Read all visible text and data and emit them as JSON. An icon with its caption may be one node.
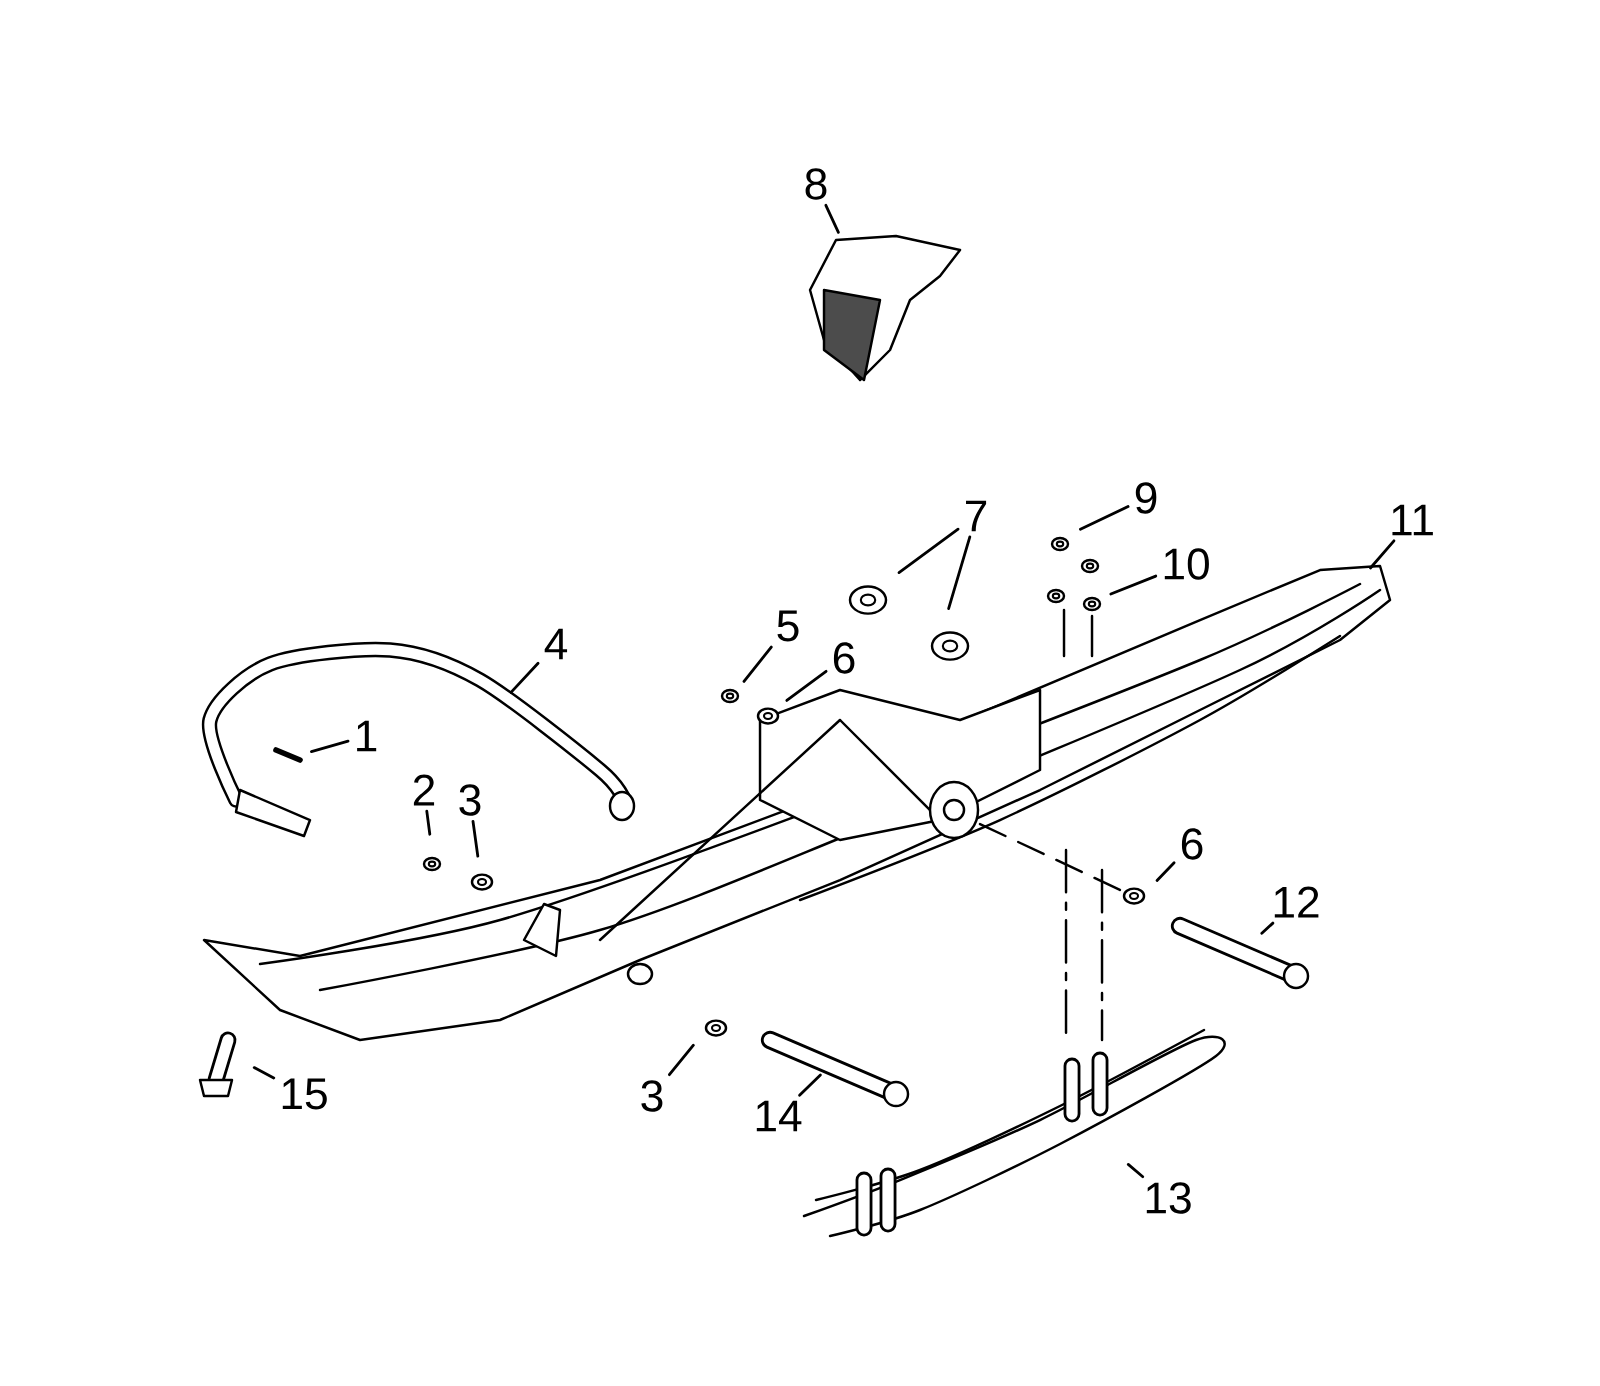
{
  "diagram": {
    "nodes": [
      {
        "text": [
          "8"
        ]
      },
      {
        "text": [
          "7"
        ]
      },
      {
        "text": [
          "9"
        ]
      },
      {
        "text": [
          "11"
        ]
      },
      {
        "text": [
          "10"
        ]
      },
      {
        "text": [
          "4"
        ]
      },
      {
        "text": [
          "5"
        ]
      },
      {
        "text": [
          "6"
        ]
      },
      {
        "text": [
          "1"
        ]
      },
      {
        "text": [
          "2"
        ]
      },
      {
        "text": [
          "3"
        ]
      },
      {
        "text": [
          "6"
        ]
      },
      {
        "text": [
          "12"
        ]
      },
      {
        "text": [
          "3"
        ]
      },
      {
        "text": [
          "14"
        ]
      },
      {
        "text": [
          "15"
        ]
      },
      {
        "text": [
          "13"
        ]
      }
    ],
    "edges": [
      {
        "from": 0,
        "to": null,
        "arrow": "none"
      },
      {
        "from": 1,
        "to": null,
        "arrow": "none"
      },
      {
        "from": 1,
        "to": null,
        "arrow": "none"
      },
      {
        "from": 2,
        "to": null,
        "arrow": "none"
      },
      {
        "from": 3,
        "to": null,
        "arrow": "none"
      },
      {
        "from": 4,
        "to": null,
        "arrow": "none"
      },
      {
        "from": 5,
        "to": null,
        "arrow": "none"
      },
      {
        "from": 6,
        "to": null,
        "arrow": "none"
      },
      {
        "from": 7,
        "to": null,
        "arrow": "none"
      },
      {
        "from": 8,
        "to": null,
        "arrow": "none"
      },
      {
        "from": 9,
        "to": null,
        "arrow": "none"
      },
      {
        "from": 10,
        "to": null,
        "arrow": "none"
      },
      {
        "from": 11,
        "to": null,
        "arrow": "none"
      },
      {
        "from": 12,
        "to": null,
        "arrow": "none"
      },
      {
        "from": 13,
        "to": null,
        "arrow": "none"
      },
      {
        "from": 14,
        "to": null,
        "arrow": "none"
      },
      {
        "from": 15,
        "to": null,
        "arrow": "none"
      },
      {
        "from": 16,
        "to": null,
        "arrow": "none"
      }
    ]
  }
}
